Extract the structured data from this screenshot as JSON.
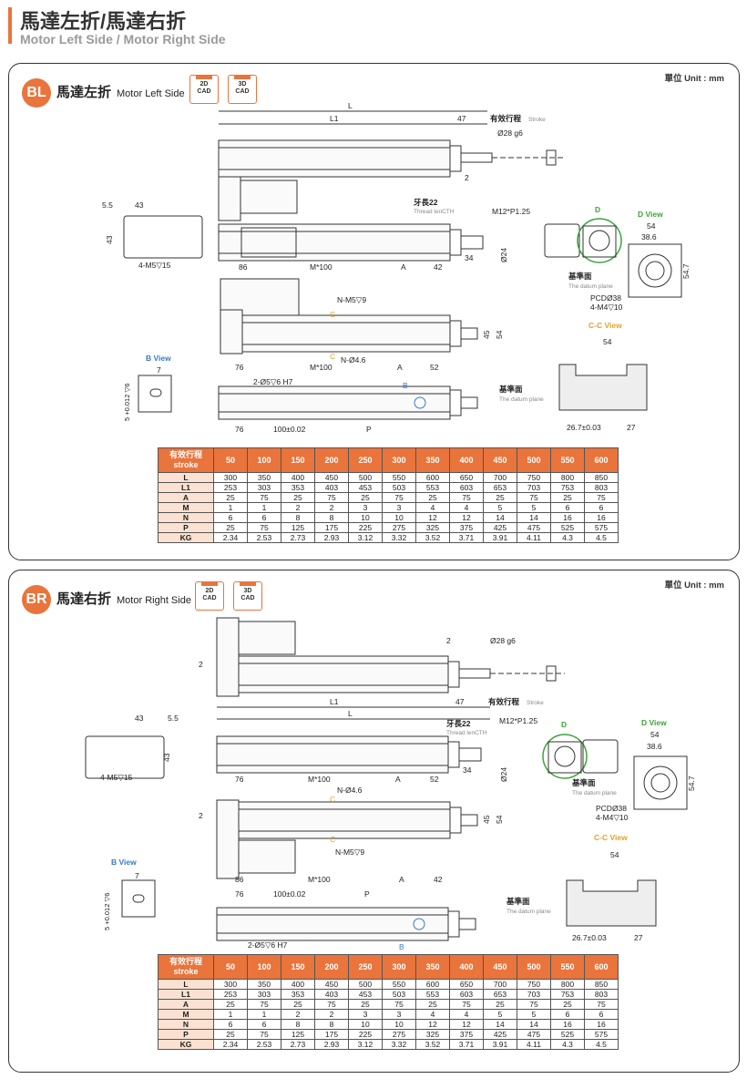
{
  "header": {
    "title": "馬達左折/馬達右折",
    "subtitle": "Motor Left Side / Motor Right Side"
  },
  "colors": {
    "accent": "#e9743c",
    "green": "#3aa637",
    "blue": "#3a78c8",
    "orange_label": "#e8a020"
  },
  "sections": [
    {
      "badge": "BL",
      "title": "馬達左折",
      "title_en": "Motor Left Side",
      "unit": "單位 Unit : mm",
      "cad": [
        {
          "label": "2D",
          "sub": "CAD"
        },
        {
          "label": "3D",
          "sub": "CAD"
        }
      ]
    },
    {
      "badge": "BR",
      "title": "馬達右折",
      "title_en": "Motor Right Side",
      "unit": "單位 Unit : mm",
      "cad": [
        {
          "label": "2D",
          "sub": "CAD"
        },
        {
          "label": "3D",
          "sub": "CAD"
        }
      ]
    }
  ],
  "dims": {
    "L": "L",
    "L1": "L1",
    "d47": "47",
    "stroke": "有效行程",
    "stroke_en": "Stroke",
    "shaft": "Ø28 g6",
    "d2": "2",
    "thread": "牙長22",
    "thread_en": "Thread lenCTH",
    "m12": "M12*P1.25",
    "d34": "34",
    "d24": "Ø24",
    "d55": "5.5",
    "d43": "43",
    "m5_15": "4-M5▽15",
    "d86": "86",
    "m100": "M*100",
    "A": "A",
    "d42": "42",
    "nm5": "N-M5▽9",
    "c": "C",
    "d45": "45",
    "d54": "54",
    "d76": "76",
    "n46": "N-Ø4.6",
    "d52": "52",
    "bview": "B View",
    "b": "B",
    "d7": "7",
    "tol": "5 +0.012 ▽6",
    "pin": "2-Ø5▽6 H7",
    "d100": "100±0.02",
    "P": "P",
    "dview": "D View",
    "D": "D",
    "d386": "38.6",
    "d547": "54.7",
    "datum": "基準面",
    "datum_en": "The datum plane",
    "pcd": "PCDØ38",
    "m4": "4-M4▽10",
    "ccview": "C-C View",
    "d267": "26.7±0.03",
    "d27": "27"
  },
  "table": {
    "header_cn": "有效行程",
    "header_en": "stroke",
    "strokes": [
      "50",
      "100",
      "150",
      "200",
      "250",
      "300",
      "350",
      "400",
      "450",
      "500",
      "550",
      "600"
    ],
    "rows": [
      {
        "label": "L",
        "values": [
          "300",
          "350",
          "400",
          "450",
          "500",
          "550",
          "600",
          "650",
          "700",
          "750",
          "800",
          "850"
        ]
      },
      {
        "label": "L1",
        "values": [
          "253",
          "303",
          "353",
          "403",
          "453",
          "503",
          "553",
          "603",
          "653",
          "703",
          "753",
          "803"
        ]
      },
      {
        "label": "A",
        "values": [
          "25",
          "75",
          "25",
          "75",
          "25",
          "75",
          "25",
          "75",
          "25",
          "75",
          "25",
          "75"
        ]
      },
      {
        "label": "M",
        "values": [
          "1",
          "1",
          "2",
          "2",
          "3",
          "3",
          "4",
          "4",
          "5",
          "5",
          "6",
          "6"
        ]
      },
      {
        "label": "N",
        "values": [
          "6",
          "6",
          "8",
          "8",
          "10",
          "10",
          "12",
          "12",
          "14",
          "14",
          "16",
          "16"
        ]
      },
      {
        "label": "P",
        "values": [
          "25",
          "75",
          "125",
          "175",
          "225",
          "275",
          "325",
          "375",
          "425",
          "475",
          "525",
          "575"
        ]
      },
      {
        "label": "KG",
        "values": [
          "2.34",
          "2.53",
          "2.73",
          "2.93",
          "3.12",
          "3.32",
          "3.52",
          "3.71",
          "3.91",
          "4.11",
          "4.3",
          "4.5"
        ]
      }
    ]
  }
}
